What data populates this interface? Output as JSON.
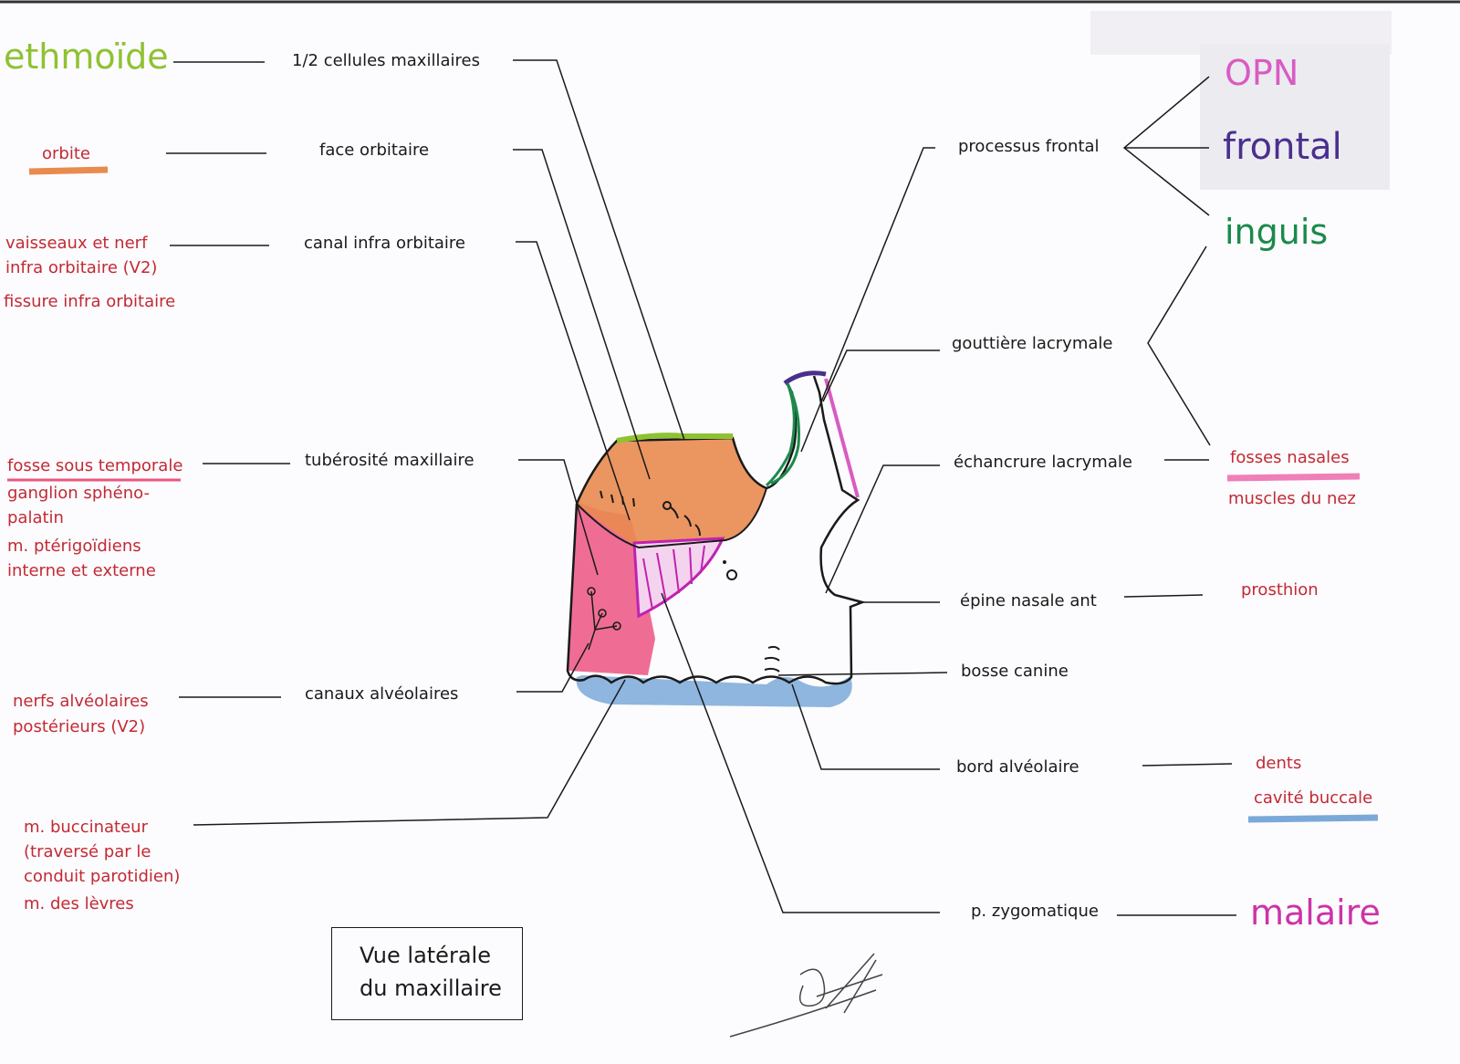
{
  "colors": {
    "ethmoide": "#8ec232",
    "orbite": "#e98a4f",
    "opn": "#d95bc3",
    "frontal": "#4b2f8e",
    "inguis": "#1b8a4a",
    "fosses_nasales": "#ef7fb8",
    "cavite_buccale": "#7aa9d9",
    "malaire": "#cc33a8",
    "fosse_sous_temporale": "#e8577f",
    "annotation_red": "#c22a34"
  },
  "center_labels": {
    "cellules": "1/2 cellules maxillaires",
    "face_orbitaire": "face orbitaire",
    "canal_infra": "canal infra orbitaire",
    "tuberosite": "tubérosité maxillaire",
    "canaux": "canaux alvéolaires",
    "processus_frontal": "processus frontal",
    "gouttiere": "gouttière lacrymale",
    "echancrure": "échancrure lacrymale",
    "epine": "épine nasale ant",
    "bosse": "bosse canine",
    "bord": "bord alvéolaire",
    "zygomatique": "p. zygomatique"
  },
  "left_labels": {
    "ethmoide": "ethmoïde",
    "orbite": "orbite",
    "vaisseaux_1": "vaisseaux et nerf",
    "vaisseaux_2": "infra orbitaire (V2)",
    "fissure": "fissure infra orbitaire",
    "fosse": "fosse sous temporale",
    "ganglion_1": "ganglion sphéno-",
    "ganglion_2": "palatin",
    "pterygo_1": "m. ptérigoïdiens",
    "pterygo_2": "interne et externe",
    "nerfs_1": "nerfs alvéolaires",
    "nerfs_2": "postérieurs (V2)",
    "bucc_1": "m. buccinateur",
    "bucc_2": "(traversé par le",
    "bucc_3": "conduit parotidien)",
    "levres": "m. des lèvres"
  },
  "right_labels": {
    "opn": "OPN",
    "frontal": "frontal",
    "inguis": "inguis",
    "fosses_nasales": "fosses nasales",
    "muscles_nez": "muscles du nez",
    "prosthion": "prosthion",
    "dents": "dents",
    "cavite_buccale": "cavité buccale",
    "malaire": "malaire"
  },
  "title_box": {
    "line1": "Vue latérale",
    "line2": "du maxillaire"
  }
}
